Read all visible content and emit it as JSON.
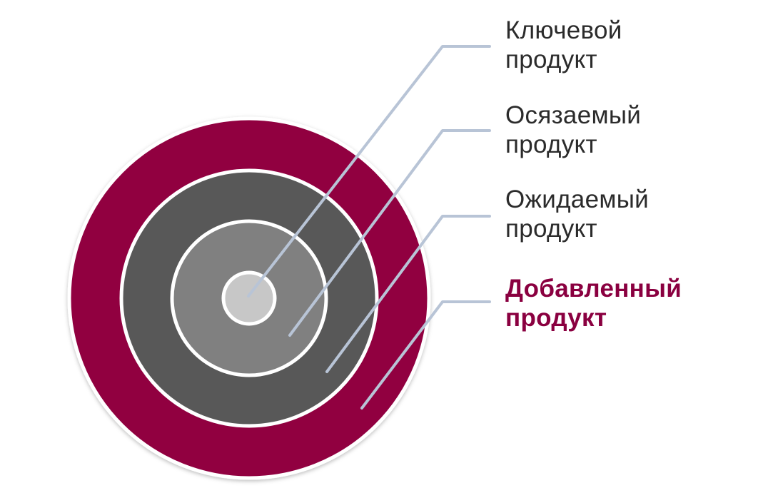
{
  "diagram": {
    "levels": [
      {
        "id": "core",
        "line1": "Ключевой",
        "line2": "продукт",
        "fill": "#c7c7c7",
        "text_color": "#2b2b2b",
        "emphasized": false
      },
      {
        "id": "actual",
        "line1": "Осязаемый",
        "line2": "продукт",
        "fill": "#808080",
        "text_color": "#2b2b2b",
        "emphasized": false
      },
      {
        "id": "expected",
        "line1": "Ожидаемый",
        "line2": "продукт",
        "fill": "#585858",
        "text_color": "#2b2b2b",
        "emphasized": false
      },
      {
        "id": "augmented",
        "line1": "Добавленный",
        "line2": "продукт",
        "fill": "#910041",
        "text_color": "#8a0040",
        "emphasized": true
      }
    ],
    "ring_border_color": "#ffffff",
    "leader_line_color": "#b8c4d6"
  }
}
